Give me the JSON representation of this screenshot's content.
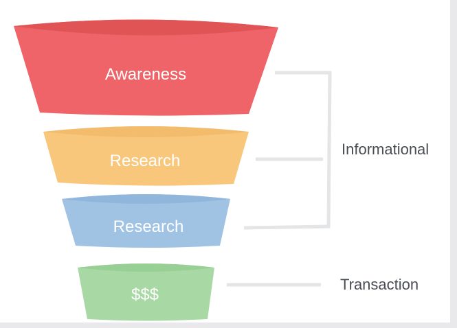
{
  "stages": [
    {
      "label": "Awareness",
      "color": "#ee6468",
      "top_color": "#e05456"
    },
    {
      "label": "Research",
      "color": "#f8c77c",
      "top_color": "#f2bc6c"
    },
    {
      "label": "Research",
      "color": "#a0c3e4",
      "top_color": "#90b6dc"
    },
    {
      "label": "$$$",
      "color": "#a8d9a4",
      "top_color": "#98cf94"
    }
  ],
  "groups": [
    {
      "label": "Informational"
    },
    {
      "label": "Transaction"
    }
  ],
  "bracket_color": "#e4e5e7"
}
